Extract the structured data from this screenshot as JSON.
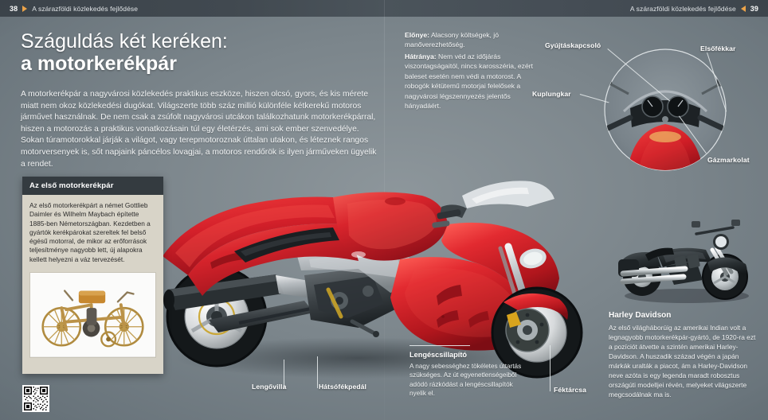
{
  "header": {
    "left_page_number": "38",
    "left_title": "A szárazföldi közlekedés fejlődése",
    "right_title": "A szárazföldi közlekedés fejlődése",
    "right_page_number": "39",
    "bar_color": "#414950",
    "arrow_color": "#f0a64a"
  },
  "title": {
    "line1": "Száguldás két keréken:",
    "line2": "a motorkerékpár"
  },
  "intro": {
    "text": "A motorkerékpár a nagyvárosi közlekedés praktikus eszköze, hiszen olcsó, gyors, és kis mérete miatt nem okoz közlekedési dugókat. Világszerte több száz millió különféle kétkerekű motoros járművet használnak. De nem csak a zsúfolt nagyvárosi utcákon találkozhatunk motorkerékpárral, hiszen a motorozás a praktikus vonatkozásain túl egy életérzés, ami sok ember szenvedélye. Sokan túramotorokkal járják a világot, vagy terepmotoroznak úttalan utakon, és léteznek rangos motorversenyek is, sőt napjaink páncélos lovagjai, a motoros rendőrök is ilyen járműveken ügyelik a rendet."
  },
  "pros_cons": {
    "pro_label": "Előnye:",
    "pro_text": "Alacsony költségek, jó manőverezhetőség.",
    "con_label": "Hátránya:",
    "con_text": "Nem véd az időjárás viszontagságaitól, nincs karosszéria, ezért baleset esetén nem védi a motorost. A robogók kétütemű motorjai felelősek a nagyvárosi légszennyezés jelentős hányadáért."
  },
  "first_card": {
    "heading": "Az első motorkerékpár",
    "body": "Az első motorkerékpárt a német Gottlieb Daimler és Wilhelm Maybach építette 1885-ben Németországban. Kezdetben a gyártók kerékpárokat szereltek fel belső égésű motorral, de mikor az erőforrások teljesítménye nagyobb lett, új alapokra kellett helyezni a váz tervezését.",
    "photo_alt": "Daimler Reitwagen fa vázas motorkerékpár",
    "background_color": "#d8d4c8",
    "heading_background": "#343b40"
  },
  "qr": {
    "alt": "QR-kód"
  },
  "cockpit_callouts": [
    {
      "label": "Gyújtáskapcsoló"
    },
    {
      "label": "Elsőfékkar"
    },
    {
      "label": "Kuplungkar"
    },
    {
      "label": "Gázmarkolat"
    }
  ],
  "bike_callouts": [
    {
      "label": "Lengővilla"
    },
    {
      "label": "Hátsófékpedál"
    },
    {
      "label": "Féktárcsa"
    }
  ],
  "damper": {
    "title": "Lengéscsillapító",
    "text": "A nagy sebességhez tökéletes úttartás szükséges. Az út egyenetlenségeiből adódó rázkódást a lengéscsillapítók nyelik el."
  },
  "harley": {
    "title": "Harley Davidson",
    "text": "Az első világháborúig az amerikai Indian volt a legnagyobb motorkerékpár-gyártó, de 1920-ra ezt a pozíciót átvette a szintén amerikai Harley-Davidson. A huszadik század végén a japán márkák uralták a piacot, ám a Harley-Davidson neve azóta is egy legenda maradt robosztus országúti modelljei révén, melyeket világszerte megcsodálnak ma is.",
    "photo_alt": "Fekete Harley Davidson motorkerékpár"
  },
  "colors": {
    "bike_red": "#d4202a",
    "page_background": "#7b858b",
    "text_light": "#f2f4f5"
  }
}
